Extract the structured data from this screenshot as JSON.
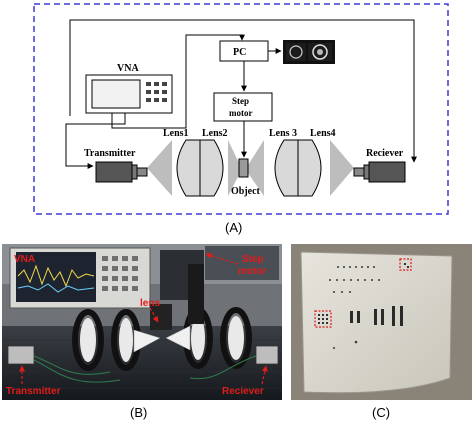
{
  "panel_a": {
    "caption": "(A)",
    "labels": {
      "vna": "VNA",
      "pc": "PC",
      "step_motor_line1": "Step",
      "step_motor_line2": "motor",
      "lens1": "Lens1",
      "lens2": "Lens2",
      "lens3": "Lens 3",
      "lens4": "Lens4",
      "transmitter": "Transmitter",
      "object": "Object",
      "receiver": "Reciever"
    },
    "colors": {
      "frame_border": "#3b3bd6",
      "beam": "#bdbdbd",
      "lens_fill": "#d9d9d9",
      "device_fill": "#555555"
    }
  },
  "panel_b": {
    "caption": "(B)",
    "annotations": {
      "vna": "VNA",
      "step_line1": "Step",
      "step_line2": "motor",
      "lens": "lens",
      "transmitter": "Transmitter",
      "receiver": "Reciever"
    },
    "annotation_color": "#e31b1b"
  },
  "panel_c": {
    "caption": "(C)",
    "marker_color": "#e31b1b"
  }
}
